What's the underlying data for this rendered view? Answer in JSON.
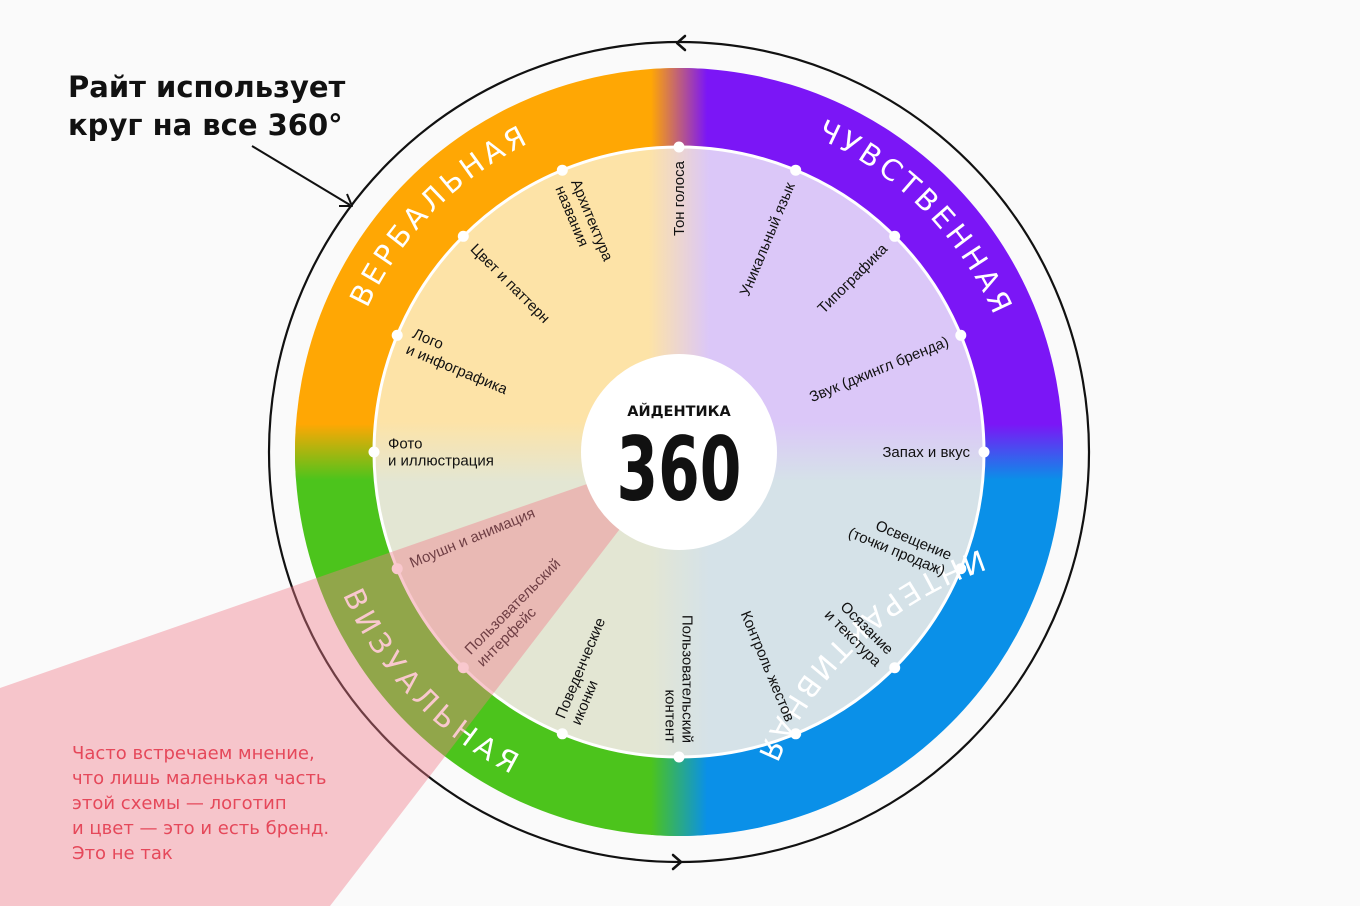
{
  "annotations": {
    "top_note": [
      "Райт использует",
      "круг на все 360°"
    ],
    "bottom_note": [
      "Часто встречаем мнение,",
      "что лишь маленькая часть",
      "этой схемы — логотип",
      "и цвет — это и есть бренд.",
      "Это не так"
    ]
  },
  "center": {
    "label": "АЙДЕНТИКА",
    "number": "360"
  },
  "sectors": {
    "verbal": {
      "label": "ВЕРБАЛЬНАЯ",
      "color": "#ffa704",
      "inner_color": "#fde3a7"
    },
    "sensory": {
      "label": "ЧУВСТВЕННАЯ",
      "color": "#7b16f6",
      "inner_color": "#dbc7f8"
    },
    "interactive": {
      "label": "ИНТЕРАКТИВНАЯ",
      "color": "#0a90e8",
      "inner_color": "#d5e2e8"
    },
    "visual": {
      "label": "ВИЗУАЛЬНАЯ",
      "color": "#4cc41c",
      "inner_color": "#e3e6d3"
    }
  },
  "items": [
    {
      "id": "architecture",
      "lines": [
        "Архитектура",
        "названия"
      ]
    },
    {
      "id": "tone",
      "lines": [
        "Тон голоса"
      ]
    },
    {
      "id": "unique-language",
      "lines": [
        "Уникальный язык"
      ]
    },
    {
      "id": "typography",
      "lines": [
        "Типографика"
      ]
    },
    {
      "id": "sound",
      "lines": [
        "Звук (джингл бренда)"
      ]
    },
    {
      "id": "smell",
      "lines": [
        "Запах и вкус"
      ]
    },
    {
      "id": "lighting",
      "lines": [
        "Освещение",
        "(точки продаж)"
      ]
    },
    {
      "id": "touch",
      "lines": [
        "Осязание",
        "и текстура"
      ]
    },
    {
      "id": "gestures",
      "lines": [
        "Контроль жестов"
      ]
    },
    {
      "id": "user-content",
      "lines": [
        "Пользовательский",
        "контент"
      ]
    },
    {
      "id": "behavior-icons",
      "lines": [
        "Поведенческие",
        "иконки"
      ]
    },
    {
      "id": "user-interface",
      "lines": [
        "Пользовательский",
        "интерфейс"
      ]
    },
    {
      "id": "motion",
      "lines": [
        "Моушн и анимация"
      ]
    },
    {
      "id": "photo",
      "lines": [
        "Фото",
        "и иллюстрация"
      ]
    },
    {
      "id": "logo",
      "lines": [
        "Лого",
        "и инфографика"
      ]
    },
    {
      "id": "color-pattern",
      "lines": [
        "Цвет и паттерн"
      ]
    }
  ],
  "colors": {
    "highlight": "#e5485a",
    "highlight_fill": "#f07d8b",
    "text_dark": "#111111",
    "text_white": "#ffffff"
  }
}
